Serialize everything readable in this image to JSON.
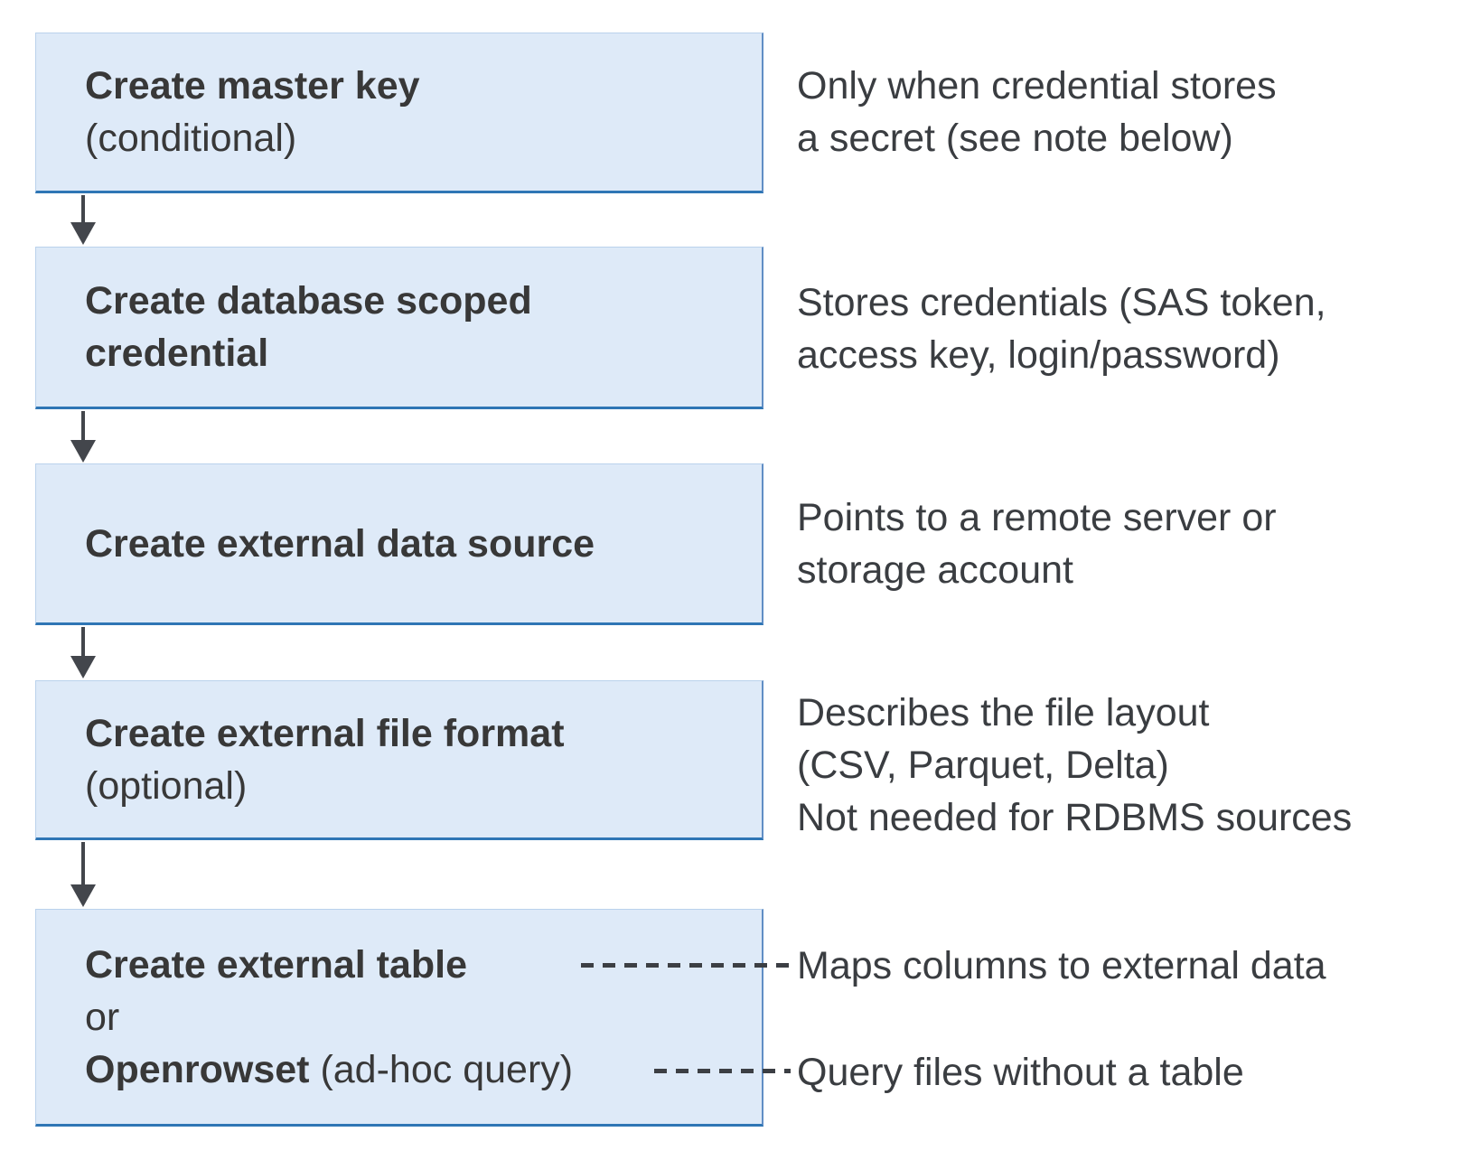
{
  "steps": [
    {
      "title": "Create master key",
      "subtitle": "(conditional)"
    },
    {
      "title": "Create database scoped\ncredential"
    },
    {
      "title": "Create external data source"
    },
    {
      "title": "Create external file format",
      "subtitle": "(optional)"
    },
    {
      "line1_bold": "Create external table",
      "line2": "or",
      "line3_bold": "Openrowset",
      "line3_rest": "(ad-hoc query)"
    }
  ],
  "annotations": [
    {
      "text": "Only when credential stores\na secret (see note below)"
    },
    {
      "text": "Stores credentials (SAS token,\naccess key, login/password)"
    },
    {
      "text": "Points to a remote server or\nstorage account"
    },
    {
      "text": "Describes the file layout\n(CSV, Parquet, Delta)\nNot needed for RDBMS sources"
    },
    {
      "text": "Maps columns to external data"
    },
    {
      "text": "Query files without a table"
    }
  ],
  "colors": {
    "box_fill": "#deeaf8",
    "box_border_light": "#bad2ec",
    "box_border_right": "#618ec5",
    "box_border_bottom": "#2f76b5",
    "arrow": "#43464c",
    "dash": "#3c3f44",
    "text_dark": "#383838",
    "note_text": "#3a3d41"
  }
}
